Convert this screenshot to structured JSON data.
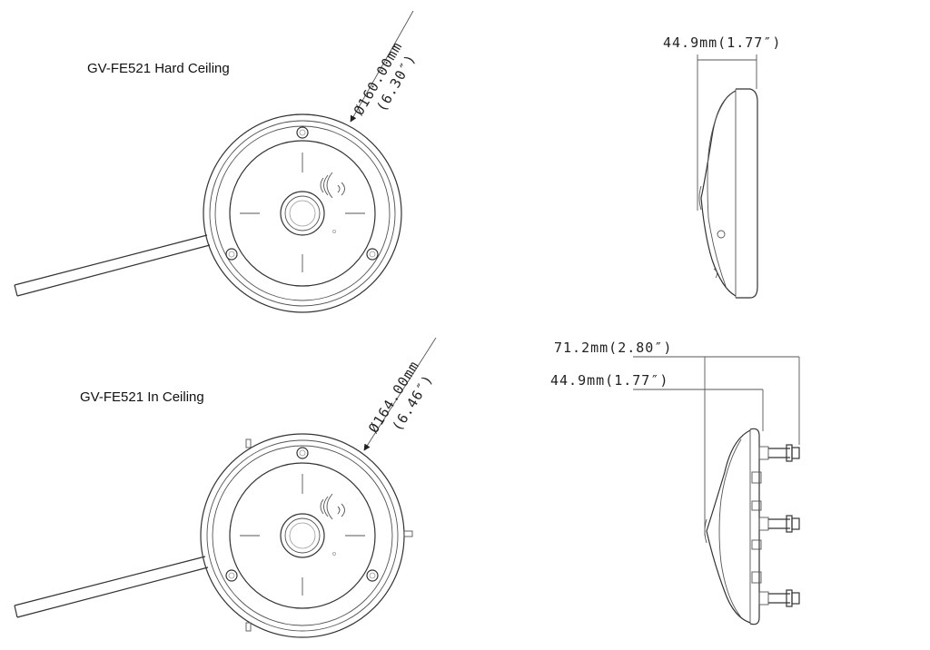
{
  "views": {
    "hard_ceiling": {
      "title": "GV-FE521 Hard Ceiling",
      "diameter": "Ø160.00mm",
      "diameter_in": "(6.30″)"
    },
    "in_ceiling": {
      "title": "GV-FE521 In Ceiling",
      "diameter": "Ø164.00mm",
      "diameter_in": "(6.46″)"
    },
    "side_hard": {
      "depth": "44.9mm(1.77″)"
    },
    "side_in": {
      "depth_total": "71.2mm(2.80″)",
      "depth_body": "44.9mm(1.77″)"
    }
  },
  "colors": {
    "line": "#333333",
    "background": "#ffffff"
  }
}
